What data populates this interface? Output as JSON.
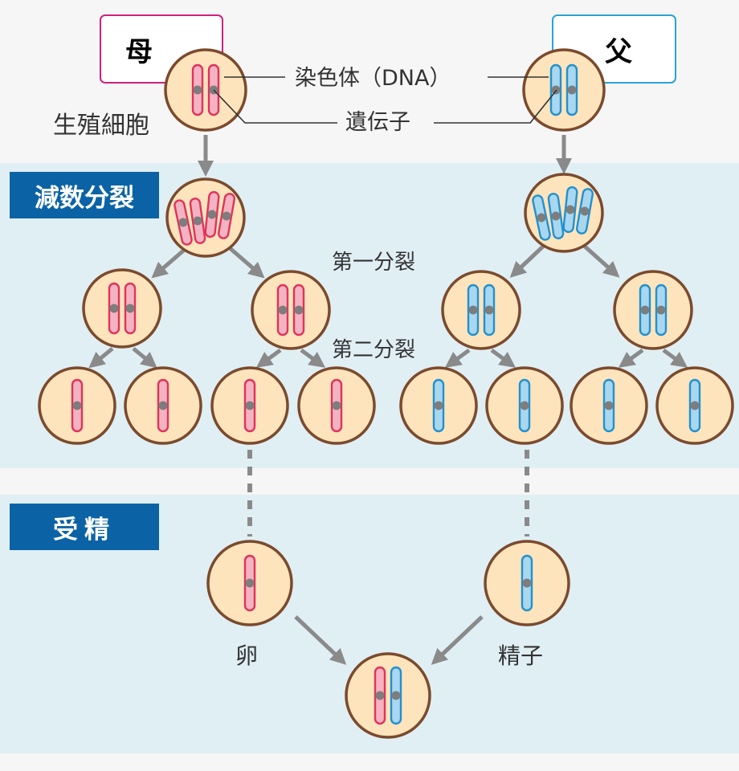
{
  "sections": {
    "meiosis": "減数分裂",
    "fertilization": "受精"
  },
  "parents": {
    "mother": "母",
    "father": "父"
  },
  "labels": {
    "chromosome": "染色体（DNA）",
    "gene": "遺伝子",
    "germ_cell": "生殖細胞",
    "first_division": "第一分裂",
    "second_division": "第二分裂",
    "egg": "卵",
    "sperm": "精子"
  },
  "colors": {
    "maternal": "#e0335a",
    "maternal_fill": "#f4b3c2",
    "paternal": "#2291cf",
    "paternal_fill": "#a9d7ef",
    "cell_fill": "#fde4bd",
    "cell_border": "#7b4a2d",
    "banner": "#0b63a5",
    "arrow": "#8a8a8a"
  }
}
